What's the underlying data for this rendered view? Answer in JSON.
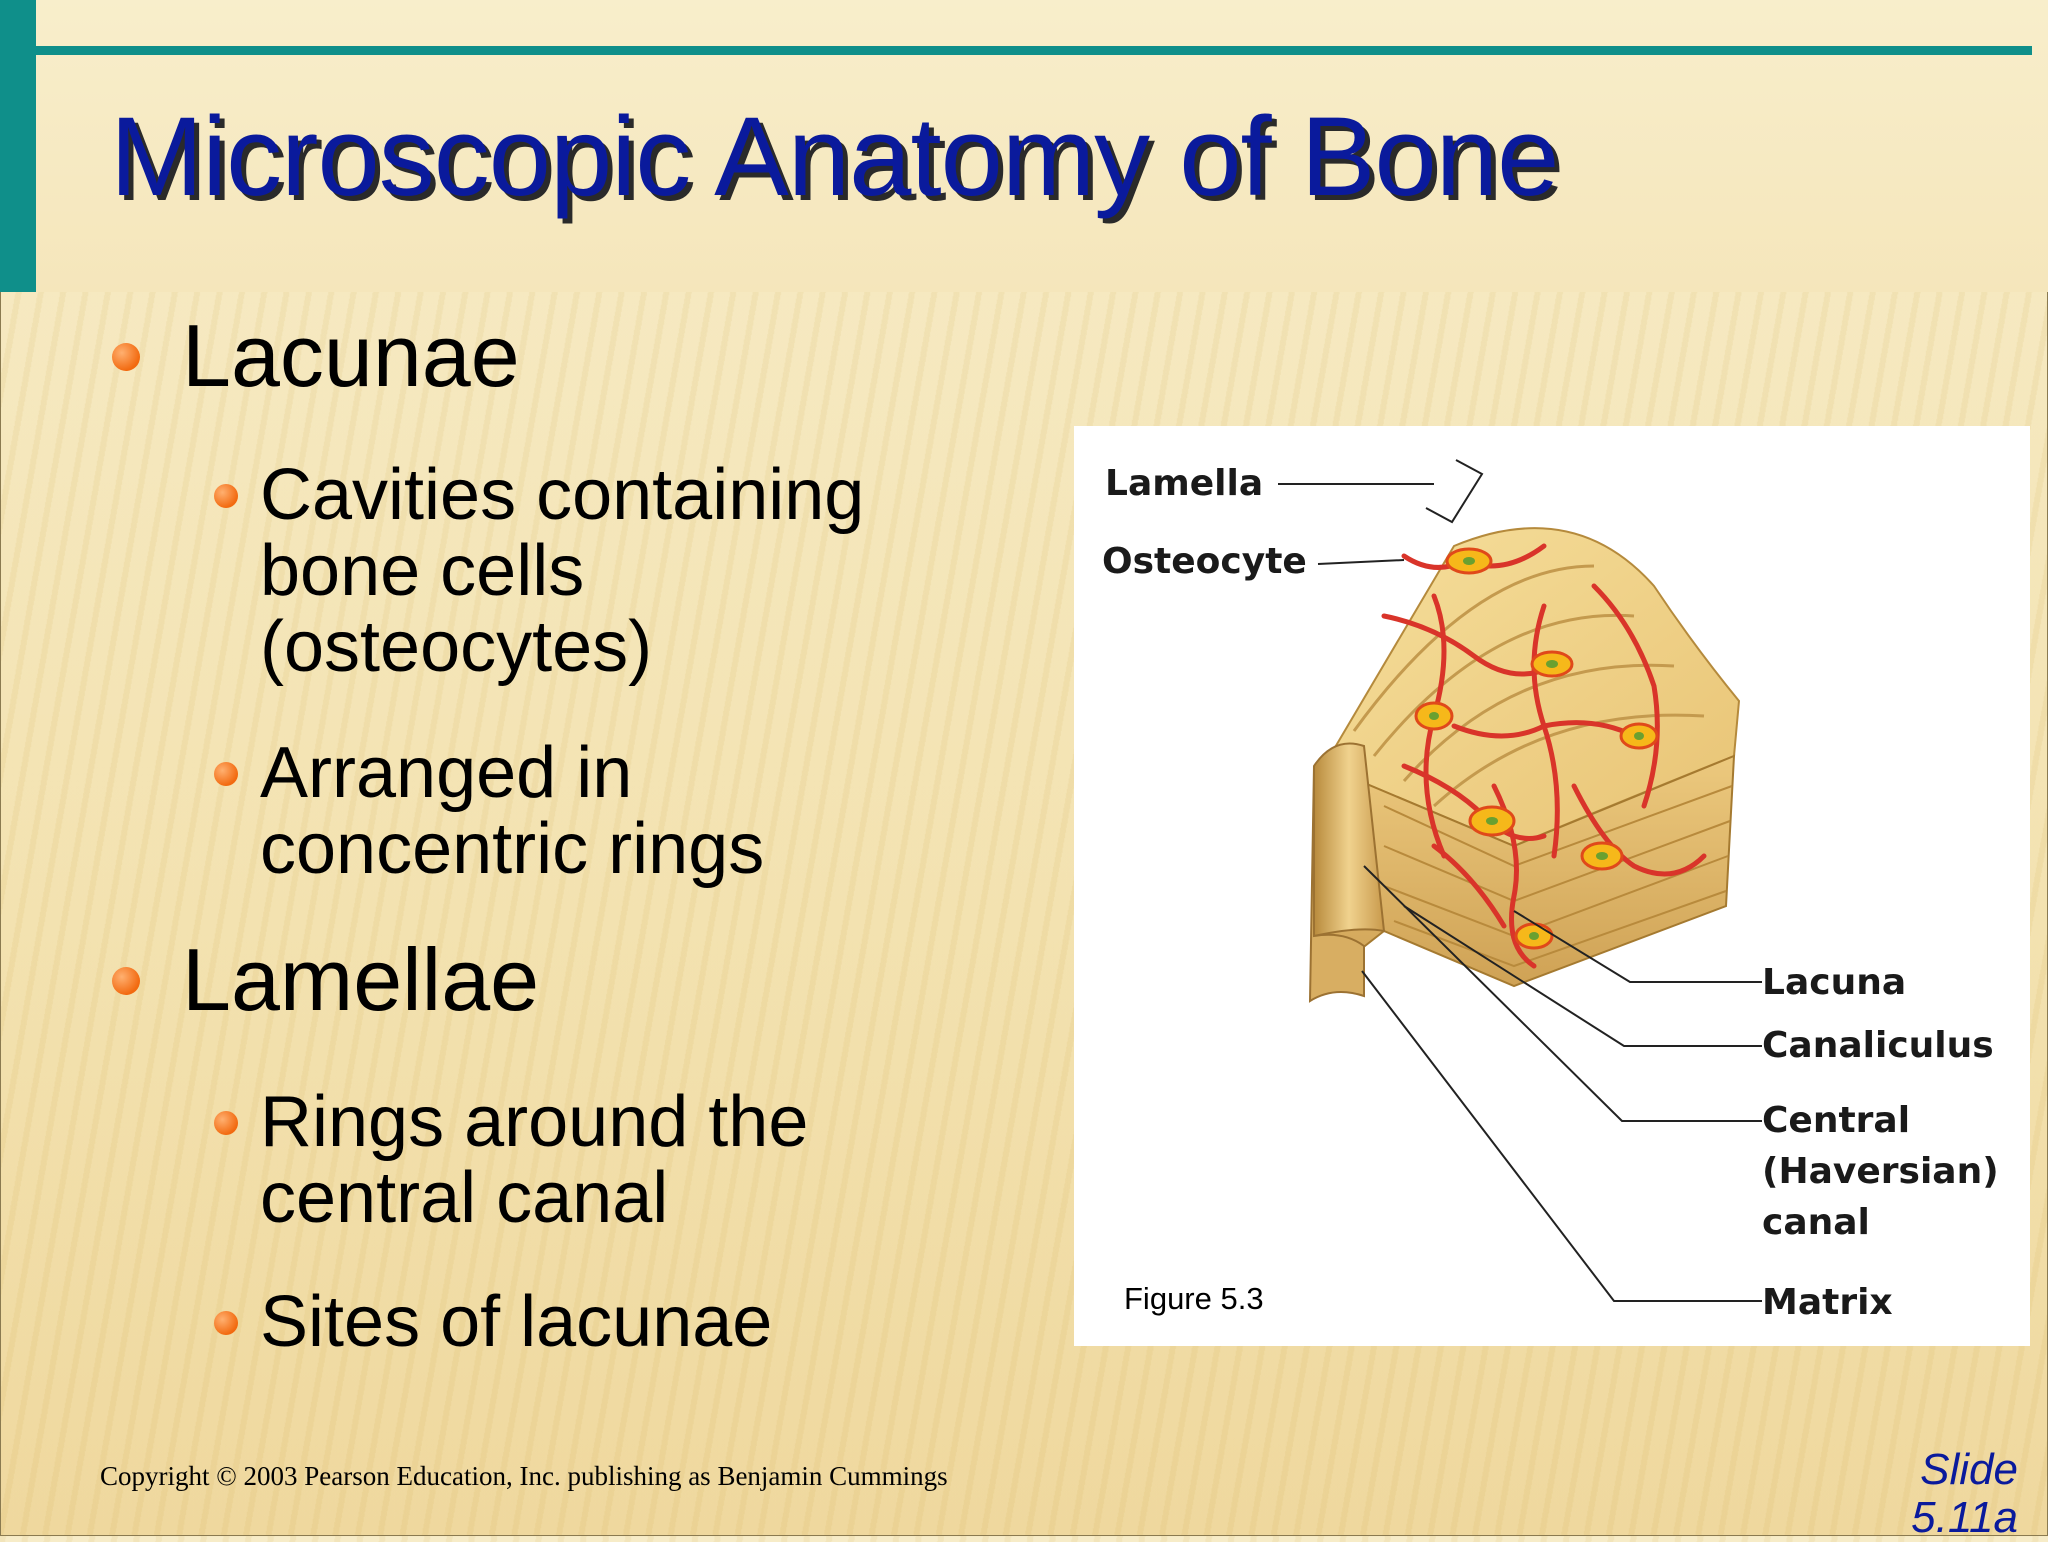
{
  "slide": {
    "title": "Microscopic Anatomy of Bone",
    "bullets": [
      {
        "text": "Lacunae",
        "sub": [
          {
            "lines": [
              "Cavities containing",
              "bone cells",
              "(osteocytes)"
            ]
          },
          {
            "lines": [
              "Arranged in",
              "concentric rings"
            ]
          }
        ]
      },
      {
        "text": "Lamellae",
        "sub": [
          {
            "lines": [
              "Rings around the",
              "central canal"
            ]
          },
          {
            "lines": [
              "Sites of lacunae"
            ]
          }
        ]
      }
    ],
    "figure": {
      "labels": {
        "lamella": "Lamella",
        "osteocyte": "Osteocyte",
        "lacuna": "Lacuna",
        "canaliculus": "Canaliculus",
        "central_lines": [
          "Central",
          "(Haversian)",
          "canal"
        ],
        "matrix": "Matrix"
      },
      "caption": "Figure 5.3"
    },
    "copyright": "Copyright © 2003 Pearson Education, Inc. publishing as Benjamin Cummings",
    "slide_number": [
      "Slide",
      "5.11a"
    ]
  },
  "colors": {
    "title": "#0a1a9c",
    "accent_teal": "#0f8f8a",
    "bullet_orange": "#f26a10",
    "background": "#f5e6bb"
  }
}
